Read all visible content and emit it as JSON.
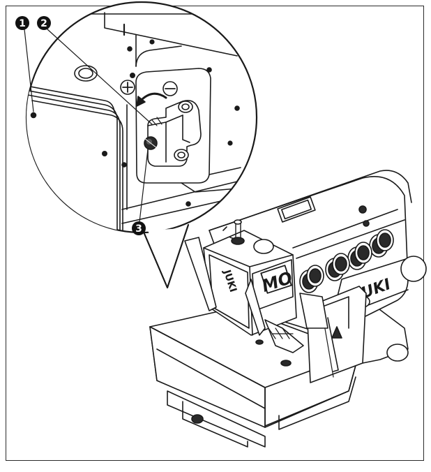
{
  "figure": {
    "callouts": [
      {
        "id": "1",
        "label": "❶"
      },
      {
        "id": "2",
        "label": "❷"
      },
      {
        "id": "3",
        "label": "❸"
      }
    ],
    "adjust_plus": "+",
    "adjust_minus": "−",
    "brand_text": "JUKI",
    "model_text": "MO",
    "colors": {
      "line": "#1a1a1a",
      "fill": "#ffffff",
      "shade": "#d8d8d8",
      "dark": "#2a2a2a"
    }
  }
}
